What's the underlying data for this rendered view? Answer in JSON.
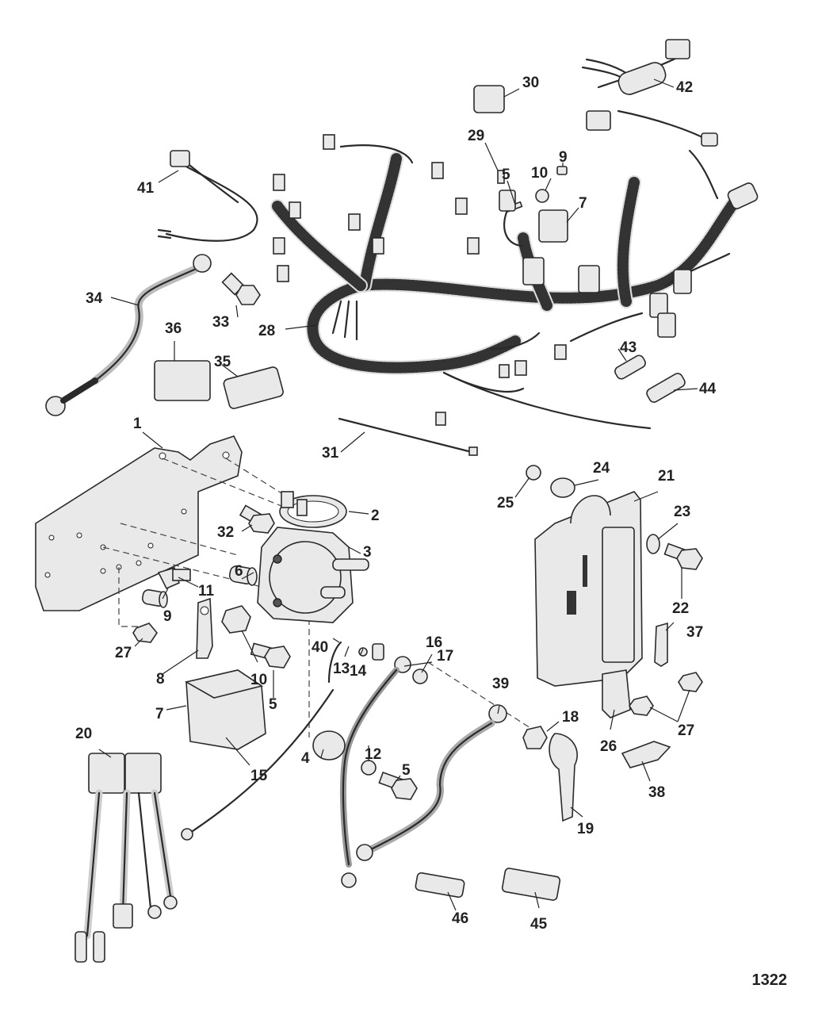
{
  "figure_number": "1322",
  "callouts": [
    "1",
    "2",
    "3",
    "4",
    "5",
    "5",
    "5",
    "6",
    "7",
    "7",
    "8",
    "9",
    "9",
    "10",
    "10",
    "11",
    "12",
    "13",
    "14",
    "15",
    "16",
    "17",
    "18",
    "19",
    "20",
    "21",
    "22",
    "23",
    "24",
    "25",
    "26",
    "27",
    "27",
    "28",
    "29",
    "30",
    "31",
    "32",
    "33",
    "34",
    "35",
    "36",
    "37",
    "38",
    "39",
    "40",
    "41",
    "42",
    "43",
    "44",
    "45",
    "46"
  ]
}
